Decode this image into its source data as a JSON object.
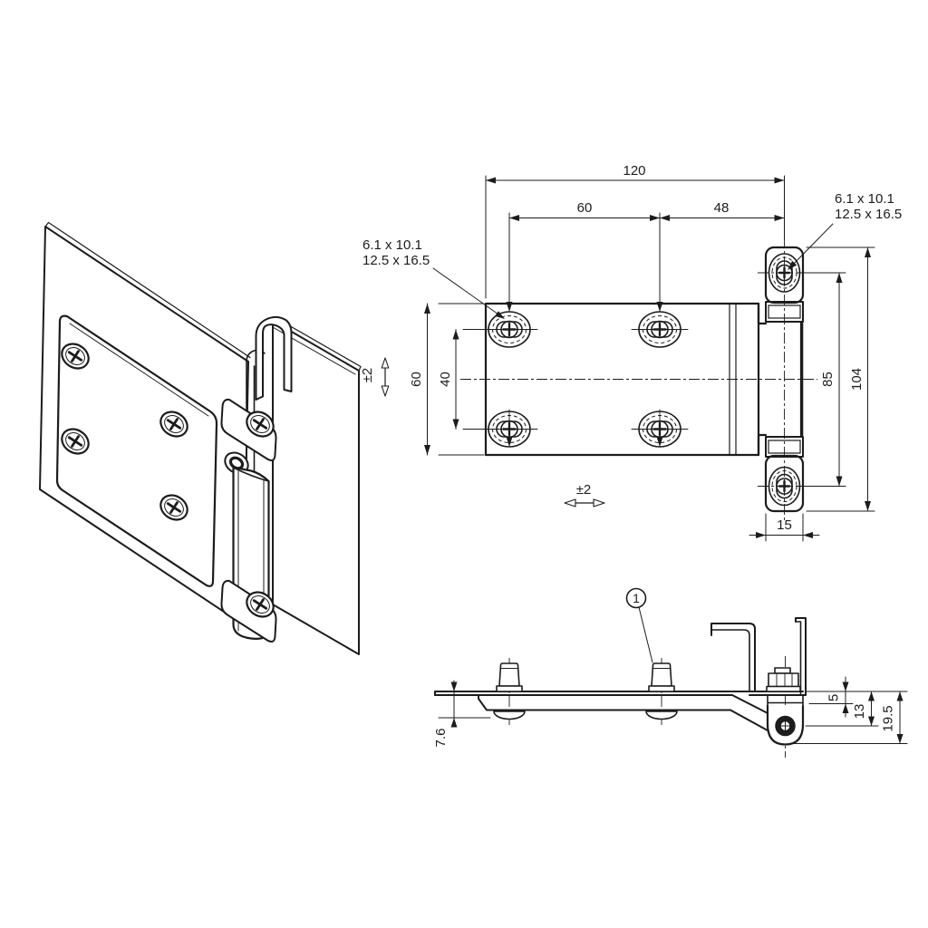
{
  "drawing": {
    "background": "#ffffff",
    "line_color": "#1c1c1c",
    "isometric_view": {
      "tolerance": "±2"
    },
    "top_view": {
      "dim_overall_width": "120",
      "dim_hole_spacing_h": "60",
      "dim_hole_to_pivot": "48",
      "dim_plate_height": "60",
      "dim_hole_spacing_v": "40",
      "dim_lug_hole_spacing": "85",
      "dim_lug_outer": "104",
      "dim_lug_width": "15",
      "tolerance": "±2",
      "slot_note_line1": "6.1 x 10.1",
      "slot_note_line2": "12.5 x 16.5"
    },
    "side_view": {
      "dim_plate_stack": "7.6",
      "dim_leaf_offset": "5",
      "dim_pivot_axis": "13",
      "dim_total_height": "19.5",
      "callout_number": "1"
    }
  }
}
